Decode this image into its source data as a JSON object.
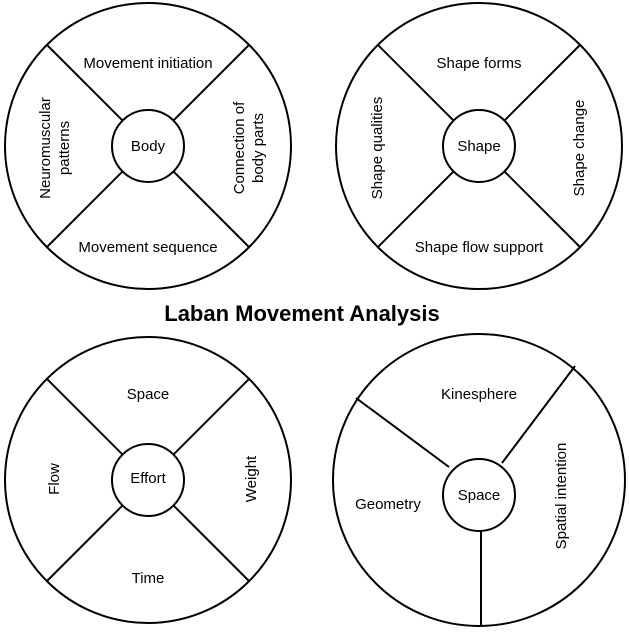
{
  "title": "Laban Movement Analysis",
  "wheels": {
    "body": {
      "hub": "Body",
      "top": "Movement initiation",
      "right": [
        "Connection of",
        "body parts"
      ],
      "bottom": "Movement sequence",
      "left": [
        "Neuromuscular",
        "patterns"
      ]
    },
    "shape": {
      "hub": "Shape",
      "top": "Shape forms",
      "right": "Shape change",
      "bottom": "Shape flow support",
      "left": "Shape qualities"
    },
    "effort": {
      "hub": "Effort",
      "top": "Space",
      "right": "Weight",
      "bottom": "Time",
      "left": "Flow"
    },
    "space": {
      "hub": "Space",
      "top": "Kinesphere",
      "right": "Spatial intention",
      "left": "Geometry"
    }
  }
}
